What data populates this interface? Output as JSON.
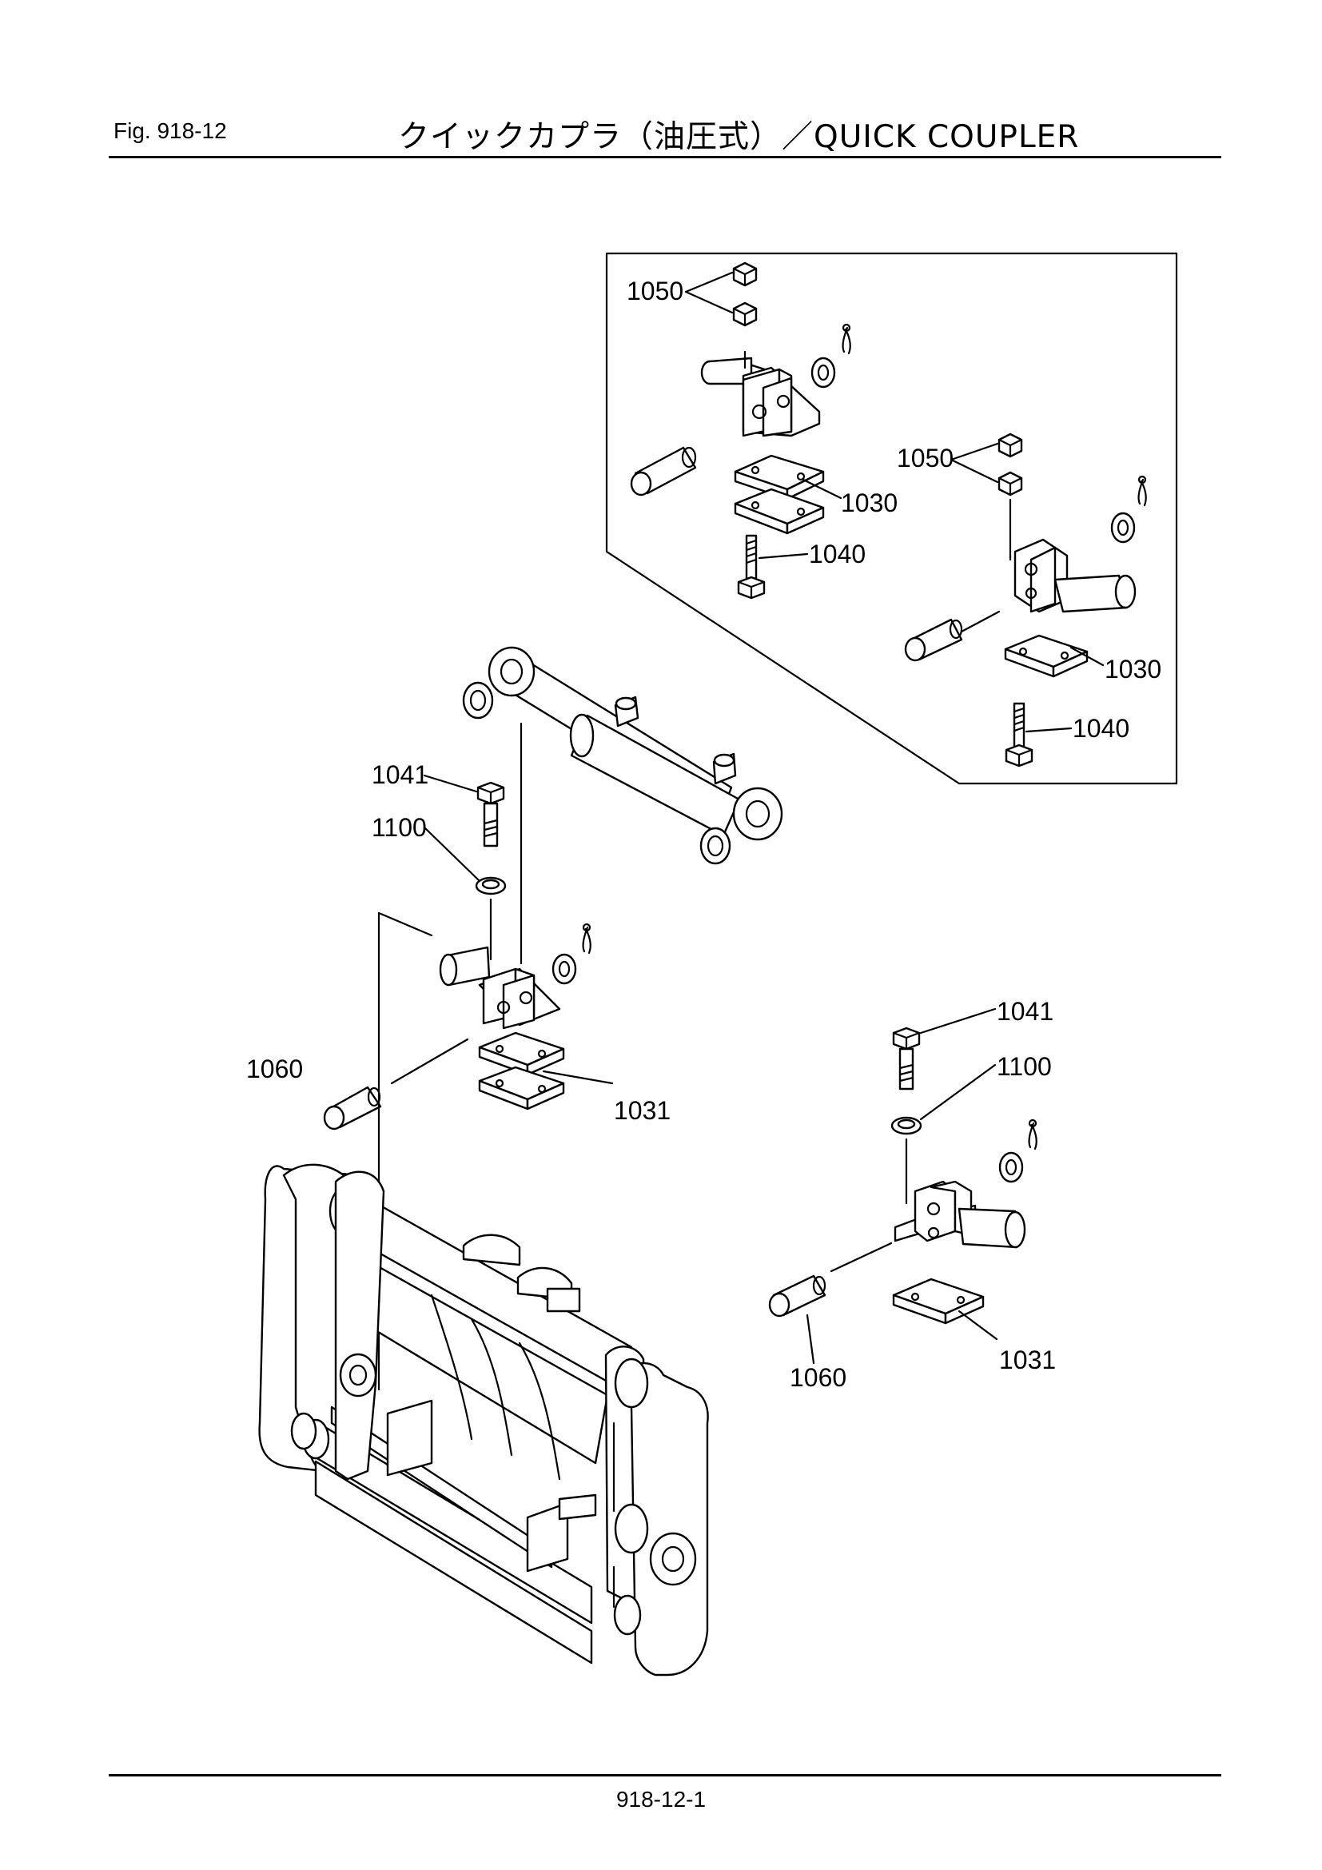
{
  "header": {
    "fig_label": "Fig.  918-12",
    "title": "クイックカプラ（油圧式）／QUICK  COUPLER"
  },
  "footer": {
    "page_number": "918-12-1"
  },
  "callouts": {
    "inset_nut_upper": "1050",
    "inset_plate_upper": "1030",
    "inset_bolt_upper": "1040",
    "inset_nut_lower": "1050",
    "inset_plate_lower": "1030",
    "inset_bolt_lower": "1040",
    "left_bolt": "1041",
    "left_washer": "1100",
    "left_pin": "1060",
    "left_plate": "1031",
    "right_bolt": "1041",
    "right_washer": "1100",
    "right_plate": "1031",
    "right_pin": "1060"
  }
}
